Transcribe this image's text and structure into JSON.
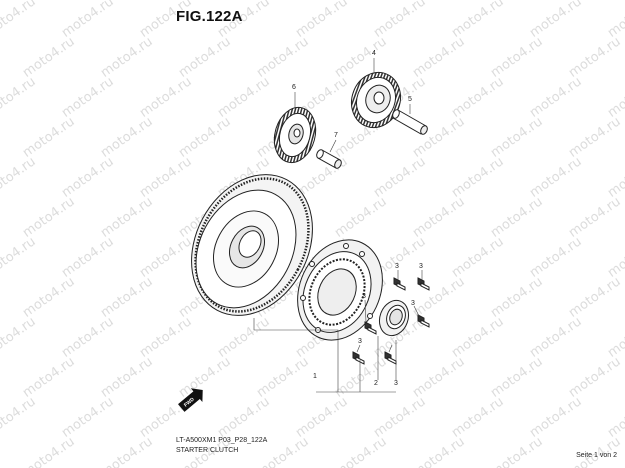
{
  "figure": {
    "title": "FIG.122A",
    "model_line": "LT-A500XM1  P03_P28_122A",
    "subtitle": "STARTER CLUTCH",
    "page_label": "Seite 1 von 2"
  },
  "watermark_text": "moto4.ru",
  "fwd_label": "FWD",
  "callouts": [
    {
      "id": "c1",
      "label": "1"
    },
    {
      "id": "c2",
      "label": "2"
    },
    {
      "id": "c3a",
      "label": "3"
    },
    {
      "id": "c3b",
      "label": "3"
    },
    {
      "id": "c3c",
      "label": "3"
    },
    {
      "id": "c3d",
      "label": "3"
    },
    {
      "id": "c3e",
      "label": "3"
    },
    {
      "id": "c3f",
      "label": "3"
    },
    {
      "id": "c4",
      "label": "4"
    },
    {
      "id": "c5",
      "label": "5"
    },
    {
      "id": "c6",
      "label": "6"
    },
    {
      "id": "c7",
      "label": "7"
    }
  ]
}
